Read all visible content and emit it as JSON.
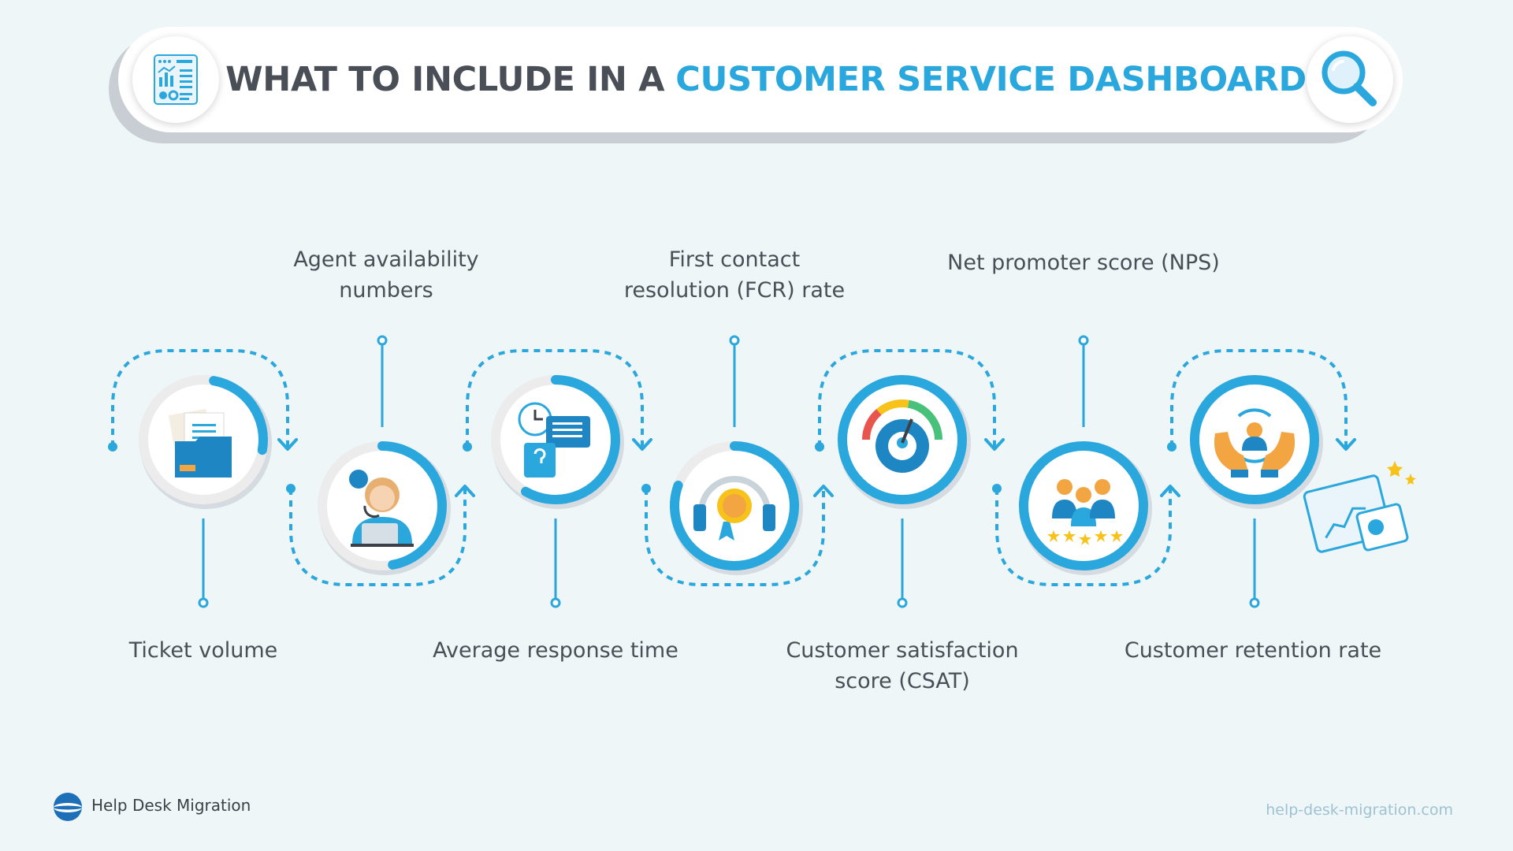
{
  "header": {
    "title_prefix": "WHAT TO INCLUDE IN A",
    "title_accent": "CUSTOMER SERVICE DASHBOARD",
    "left_icon": "dashboard-report-icon",
    "right_icon": "magnifier-icon"
  },
  "colors": {
    "accent": "#2aa7dc",
    "text": "#4a4e56",
    "background": "#eef6f7"
  },
  "steps": [
    {
      "label_lines": [
        "Ticket volume"
      ],
      "label_position": "below",
      "icon": "folder-document-icon"
    },
    {
      "label_lines": [
        "Agent availability",
        "numbers"
      ],
      "label_position": "above",
      "icon": "support-agent-icon"
    },
    {
      "label_lines": [
        "Average response time"
      ],
      "label_position": "below",
      "icon": "clock-chat-icon"
    },
    {
      "label_lines": [
        "First contact",
        "resolution (FCR) rate"
      ],
      "label_position": "above",
      "icon": "headset-medal-icon"
    },
    {
      "label_lines": [
        "Customer satisfaction",
        "score (CSAT)"
      ],
      "label_position": "below",
      "icon": "gauge-gear-icon"
    },
    {
      "label_lines": [
        "Net promoter score (NPS)"
      ],
      "label_position": "above",
      "icon": "team-stars-icon"
    },
    {
      "label_lines": [
        "Customer retention rate"
      ],
      "label_position": "below",
      "icon": "hands-user-icon"
    }
  ],
  "decor_icon": "analytics-screen-icon",
  "footer": {
    "brand": "Help Desk Migration",
    "url": "help-desk-migration.com",
    "logo_icon": "brand-logo-icon"
  }
}
